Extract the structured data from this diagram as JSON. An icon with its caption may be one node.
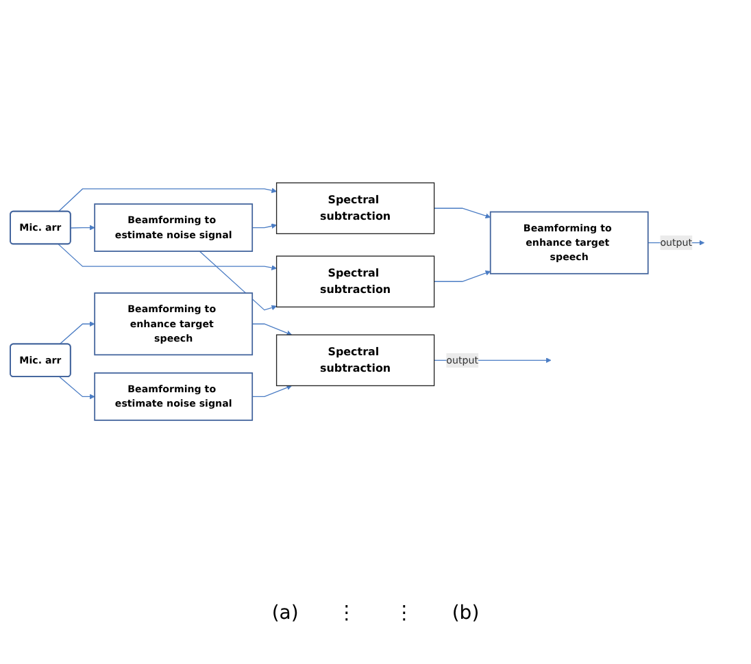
{
  "diagram": {
    "nodes": [
      {
        "text": [
          "Mic. arr"
        ]
      },
      {
        "text": [
          "Beamforming to enhance target speech"
        ]
      },
      {
        "text": [
          "Beamforming to estimate noise signal"
        ]
      },
      {
        "text": [
          "Spectral subtraction"
        ]
      },
      {
        "text": [
          "Mic. arr"
        ]
      },
      {
        "text": [
          "Beamforming to estimate noise signal"
        ]
      },
      {
        "text": [
          "Spectral subtraction"
        ]
      },
      {
        "text": [
          "Spectral subtraction"
        ]
      },
      {
        "text": [
          "Beamforming to enhance target speech"
        ]
      }
    ],
    "edges": [
      {
        "from": 0,
        "to": 1,
        "arrow": "to"
      },
      {
        "from": 0,
        "to": 2,
        "arrow": "to"
      },
      {
        "from": 1,
        "to": 3,
        "arrow": "to"
      },
      {
        "from": 2,
        "to": 3,
        "arrow": "to"
      },
      {
        "from": 3,
        "to": null,
        "arrow": "to",
        "label": "output"
      },
      {
        "from": 4,
        "to": 5,
        "arrow": "to"
      },
      {
        "from": 4,
        "to": 6,
        "arrow": "to"
      },
      {
        "from": 4,
        "to": 7,
        "arrow": "to"
      },
      {
        "from": 5,
        "to": 6,
        "arrow": "to"
      },
      {
        "from": 5,
        "to": 7,
        "arrow": "to"
      },
      {
        "from": 6,
        "to": 8,
        "arrow": "to"
      },
      {
        "from": 7,
        "to": 8,
        "arrow": "to"
      },
      {
        "from": 8,
        "to": null,
        "arrow": "to",
        "label": "output"
      }
    ],
    "labels": [
      "(a)",
      "⋮",
      "⋮",
      "(b)"
    ]
  }
}
